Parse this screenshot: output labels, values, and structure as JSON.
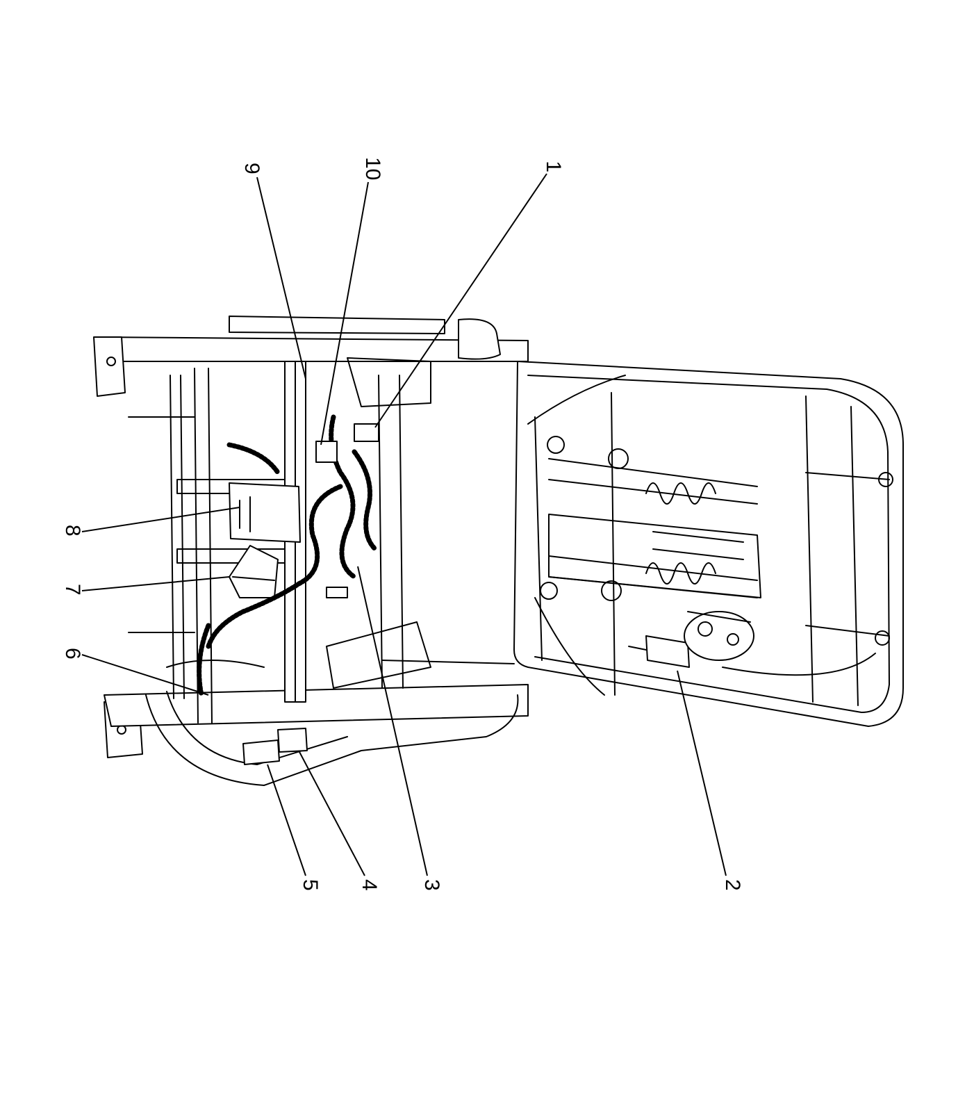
{
  "callouts": [
    {
      "id": "1",
      "label": "1"
    },
    {
      "id": "2",
      "label": "2"
    },
    {
      "id": "3",
      "label": "3"
    },
    {
      "id": "4",
      "label": "4"
    },
    {
      "id": "5",
      "label": "5"
    },
    {
      "id": "6",
      "label": "6"
    },
    {
      "id": "7",
      "label": "7"
    },
    {
      "id": "8",
      "label": "8"
    },
    {
      "id": "9",
      "label": "9"
    },
    {
      "id": "10",
      "label": "10"
    }
  ],
  "colors": {
    "ink": "#000000",
    "paper": "#ffffff"
  }
}
